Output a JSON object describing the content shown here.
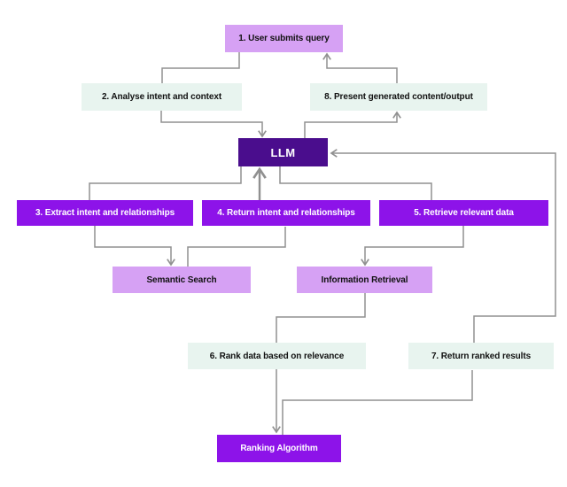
{
  "colors": {
    "lavender": "#d6a1f4",
    "mint": "#e8f4ef",
    "violet": "#8d13e9",
    "deep_purple": "#4a0d8d",
    "connector": "#909090",
    "background": "#ffffff"
  },
  "diagram": {
    "nodes": {
      "user_query": {
        "label": "1. User submits query"
      },
      "analyse": {
        "label": "2. Analyse intent and context"
      },
      "present": {
        "label": "8. Present generated content/output"
      },
      "llm": {
        "label": "LLM"
      },
      "extract": {
        "label": "3. Extract intent and relationships"
      },
      "return_intent": {
        "label": "4. Return intent and relationships"
      },
      "retrieve": {
        "label": "5. Retrieve relevant data"
      },
      "semantic_search": {
        "label": "Semantic Search"
      },
      "information_retrieval": {
        "label": "Information Retrieval"
      },
      "rank_data": {
        "label": "6. Rank data based on relevance"
      },
      "return_ranked": {
        "label": "7. Return ranked results"
      },
      "ranking_algorithm": {
        "label": "Ranking Algorithm"
      }
    },
    "edges": [
      {
        "from": "user_query",
        "to": "analyse"
      },
      {
        "from": "analyse",
        "to": "llm"
      },
      {
        "from": "llm",
        "to": "present"
      },
      {
        "from": "present",
        "to": "user_query"
      },
      {
        "from": "llm",
        "to": "extract"
      },
      {
        "from": "extract",
        "to": "semantic_search"
      },
      {
        "from": "semantic_search",
        "to": "return_intent"
      },
      {
        "from": "return_intent",
        "to": "llm"
      },
      {
        "from": "llm",
        "to": "retrieve"
      },
      {
        "from": "retrieve",
        "to": "information_retrieval"
      },
      {
        "from": "information_retrieval",
        "to": "rank_data"
      },
      {
        "from": "rank_data",
        "to": "ranking_algorithm"
      },
      {
        "from": "ranking_algorithm",
        "to": "return_ranked"
      },
      {
        "from": "return_ranked",
        "to": "llm"
      }
    ]
  }
}
